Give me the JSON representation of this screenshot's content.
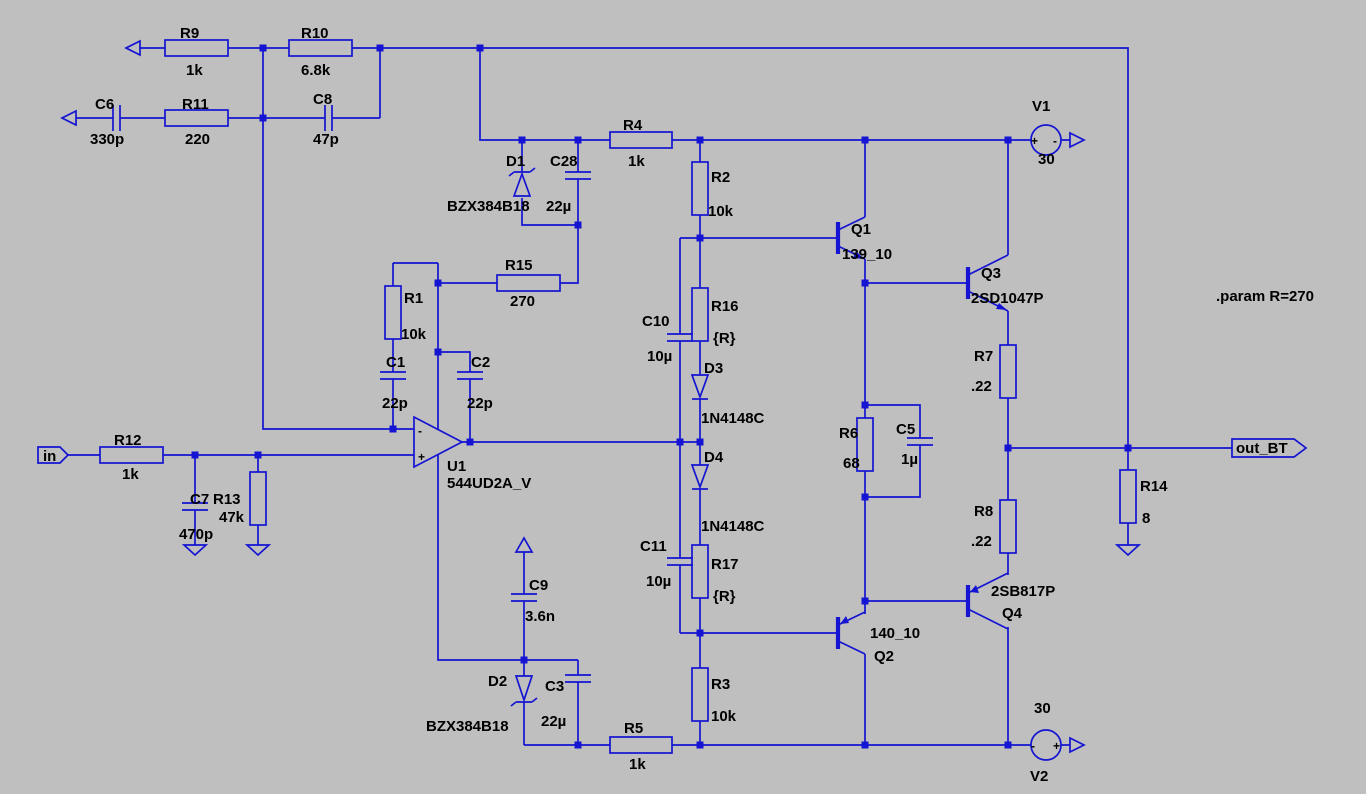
{
  "colors": {
    "background": "#BFBFBF",
    "wire": "#1414D2",
    "text": "#000000"
  },
  "directive": ".param R=270",
  "ports": {
    "input": "in",
    "output": "out_BT"
  },
  "symbols": {
    "plus": "+",
    "minus": "-"
  },
  "components": {
    "R1": {
      "name": "R1",
      "value": "10k"
    },
    "R2": {
      "name": "R2",
      "value": "10k"
    },
    "R3": {
      "name": "R3",
      "value": "10k"
    },
    "R4": {
      "name": "R4",
      "value": "1k"
    },
    "R5": {
      "name": "R5",
      "value": "1k"
    },
    "R6": {
      "name": "R6",
      "value": "68"
    },
    "R7": {
      "name": "R7",
      "value": ".22"
    },
    "R8": {
      "name": "R8",
      "value": ".22"
    },
    "R9": {
      "name": "R9",
      "value": "1k"
    },
    "R10": {
      "name": "R10",
      "value": "6.8k"
    },
    "R11": {
      "name": "R11",
      "value": "220"
    },
    "R12": {
      "name": "R12",
      "value": "1k"
    },
    "R13": {
      "name": "R13",
      "value": "47k"
    },
    "R14": {
      "name": "R14",
      "value": "8"
    },
    "R15": {
      "name": "R15",
      "value": "270"
    },
    "R16": {
      "name": "R16",
      "value": "{R}"
    },
    "R17": {
      "name": "R17",
      "value": "{R}"
    },
    "C1": {
      "name": "C1",
      "value": "22p"
    },
    "C2": {
      "name": "C2",
      "value": "22p"
    },
    "C3": {
      "name": "C3",
      "value": "22µ"
    },
    "C5": {
      "name": "C5",
      "value": "1µ"
    },
    "C6": {
      "name": "C6",
      "value": "330p"
    },
    "C7": {
      "name": "C7",
      "value": "470p"
    },
    "C8": {
      "name": "C8",
      "value": "47p"
    },
    "C9": {
      "name": "C9",
      "value": "3.6n"
    },
    "C10": {
      "name": "C10",
      "value": "10µ"
    },
    "C11": {
      "name": "C11",
      "value": "10µ"
    },
    "C28": {
      "name": "C28",
      "value": "22µ"
    },
    "D1": {
      "name": "D1",
      "value": "BZX384B18"
    },
    "D2": {
      "name": "D2",
      "value": "BZX384B18"
    },
    "D3": {
      "name": "D3",
      "value": "1N4148C"
    },
    "D4": {
      "name": "D4",
      "value": "1N4148C"
    },
    "Q1": {
      "name": "Q1",
      "value": "139_10"
    },
    "Q2": {
      "name": "Q2",
      "value": "140_10"
    },
    "Q3": {
      "name": "Q3",
      "value": "2SD1047P"
    },
    "Q4": {
      "name": "Q4",
      "value": "2SB817P"
    },
    "U1": {
      "name": "U1",
      "value": "544UD2A_V"
    },
    "V1": {
      "name": "V1",
      "value": "30"
    },
    "V2": {
      "name": "V2",
      "value": "30"
    }
  }
}
